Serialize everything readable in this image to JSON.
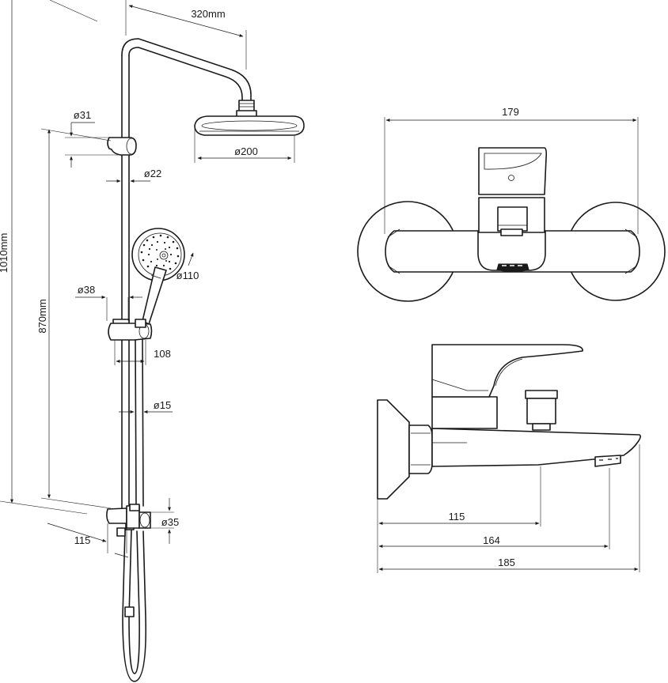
{
  "shower_column": {
    "labels": {
      "rain_arm_projection": "320mm",
      "overall_height": "1010mm",
      "slide_bar_height": "870mm",
      "top_holder_diameter": "ø31",
      "rail_diameter": "ø22",
      "head_diameter": "ø200",
      "hand_shower_diameter": "ø110",
      "slider_diameter": "ø38",
      "slider_projection": "108",
      "hose_diameter": "ø15",
      "bottom_bracket_diameter": "ø35",
      "bottom_depth": "115"
    }
  },
  "mixer": {
    "labels": {
      "width": "179",
      "to_outlet": "115",
      "to_aerator": "164",
      "overall_depth": "185"
    }
  }
}
